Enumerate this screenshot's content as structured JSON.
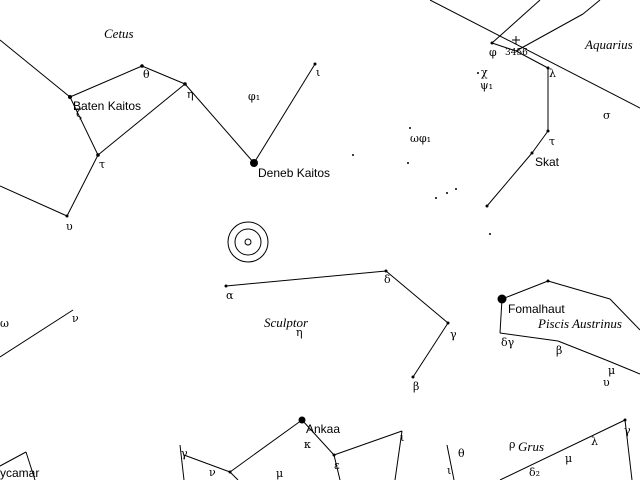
{
  "constellations": {
    "cetus": "Cetus",
    "aquarius": "Aquarius",
    "sculptor": "Sculptor",
    "piscis_austrinus": "Piscis Austrinus",
    "grus": "Grus",
    "phoenix_partial": "ycamar"
  },
  "stars": {
    "baten_kaitos": "Baten Kaitos",
    "deneb_kaitos": "Deneb Kaitos",
    "skat": "Skat",
    "fomalhaut": "Fomalhaut",
    "ankaa": "Ankaa"
  },
  "greek": {
    "cet_theta": "θ",
    "cet_eta": "η",
    "cet_phi1": "φ₁",
    "cet_iota": "ι",
    "cet_zeta": "ζ",
    "cet_tau": "τ",
    "cet_upsilon": "υ",
    "aqr_phi": "φ",
    "aqr_chi": "χ",
    "aqr_psi1": "ψ₁",
    "aqr_lambda": "λ",
    "aqr_tau": "τ",
    "aqr_sigma": "σ",
    "aqr_omega2": "ωφ₁",
    "aqr_ref": "3456",
    "scl_alpha": "α",
    "scl_delta": "δ",
    "scl_gamma": "γ",
    "scl_beta": "β",
    "scl_eta": "η",
    "psa_delta_gamma": "δγ",
    "psa_beta": "β",
    "psa_mu": "μ",
    "psa_upsilon": "υ",
    "phe_omega": "ω",
    "phe_nu": "ν",
    "phe_gamma": "γ",
    "phe_kappa": "κ",
    "phe_mu": "μ",
    "phe_epsilon": "ε",
    "phe_nu2": "ν",
    "phe_iota": "ι",
    "gru_theta": "θ",
    "gru_iota": "ι",
    "gru_rho": "ρ",
    "gru_mu": "μ",
    "gru_lambda": "λ",
    "gru_gamma": "γ",
    "gru_delta": "δ₂"
  }
}
